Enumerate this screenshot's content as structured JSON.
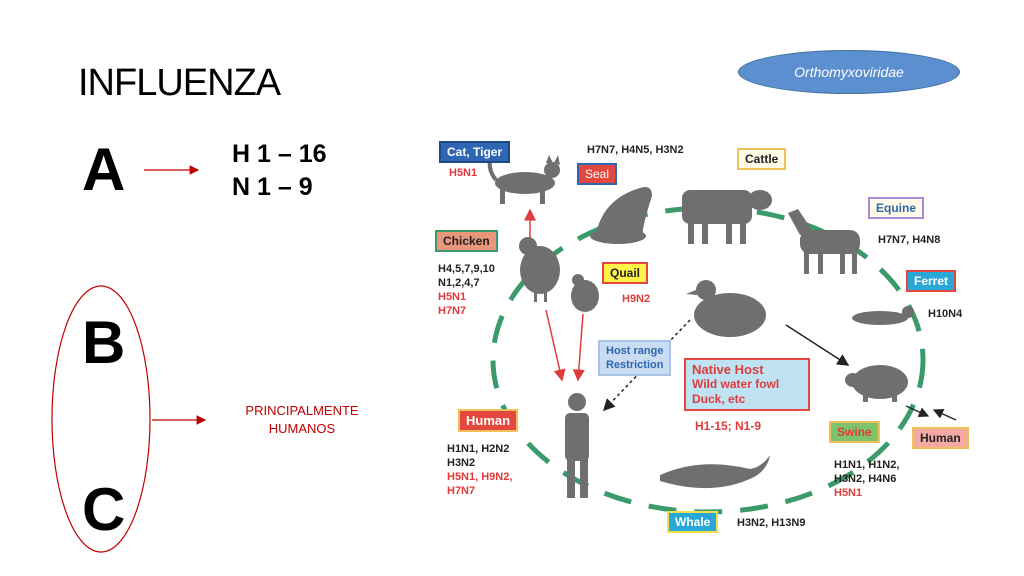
{
  "slide": {
    "title": "INFLUENZA",
    "badge": "Orthomyxoviridae",
    "letter_a": "A",
    "letter_b": "B",
    "letter_c": "C",
    "h_range": "H 1 – 16",
    "n_range": "N 1 – 9",
    "principal": "PRINCIPALMENTE HUMANOS"
  },
  "diagram": {
    "cat_box": "Cat, Tiger",
    "cat_sub": "H5N1",
    "seal_box": "Seal",
    "seal_top": "H7N7, H4N5, H3N2",
    "cattle_box": "Cattle",
    "equine_box": "Equine",
    "equine_sub": "H7N7, H4N8",
    "chicken_box": "Chicken",
    "chicken_l1": "H4,5,7,9,10",
    "chicken_l2": "N1,2,4,7",
    "chicken_l3": "H5N1",
    "chicken_l4": "H7N7",
    "quail_box": "Quail",
    "quail_sub": "H9N2",
    "ferret_box": "Ferret",
    "ferret_sub": "H10N4",
    "host_l1": "Host range",
    "host_l2": "Restriction",
    "native_title": "Native Host",
    "native_l2": "Wild water fowl",
    "native_l3": "Duck, etc",
    "native_sub": "H1-15; N1-9",
    "human_box": "Human",
    "human_l1": "H1N1, H2N2",
    "human_l2": "H3N2",
    "human_l3": "H5N1, H9N2,",
    "human_l4": "H7N7",
    "swine_box": "Swine",
    "swine_l1": "H1N1, H1N2,",
    "swine_l2": "H3N2, H4N6",
    "swine_l3": "H5N1",
    "human2_box": "Human",
    "whale_box": "Whale",
    "whale_sub": "H3N2, H13N9"
  },
  "colors": {
    "badge": "#5b8fcf",
    "red": "#c00000",
    "cycle": "#3a9a6a"
  }
}
